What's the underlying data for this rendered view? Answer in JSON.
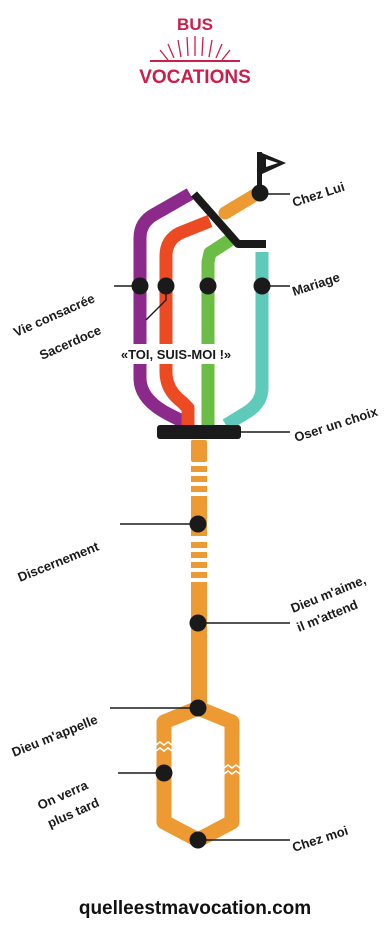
{
  "logo": {
    "line1": "BUS",
    "line2": "VOCATIONS",
    "color": "#c8204a"
  },
  "colors": {
    "orange": "#ee9a33",
    "purple": "#8b2a8b",
    "red": "#ec4a23",
    "green": "#6cbd45",
    "teal": "#5ecab9",
    "black": "#1a1a1a"
  },
  "labels": {
    "chez_lui": "Chez Lui",
    "mariage": "Mariage",
    "vie_consacree": "Vie consacrée",
    "sacerdoce": "Sacerdoce",
    "call": "«TOI, SUIS-MOI !»",
    "oser": "Oser un choix",
    "discernement": "Discernement",
    "dieu_aime_1": "Dieu m'aime,",
    "dieu_aime_2": "il m'attend",
    "dieu_appelle": "Dieu m'appelle",
    "on_verra_1": "On verra",
    "on_verra_2": "plus tard",
    "chez_moi": "Chez moi"
  },
  "icons": [
    "flag-icon",
    "sunburst-icon"
  ],
  "footer_url": "quelleestmavocation.com"
}
